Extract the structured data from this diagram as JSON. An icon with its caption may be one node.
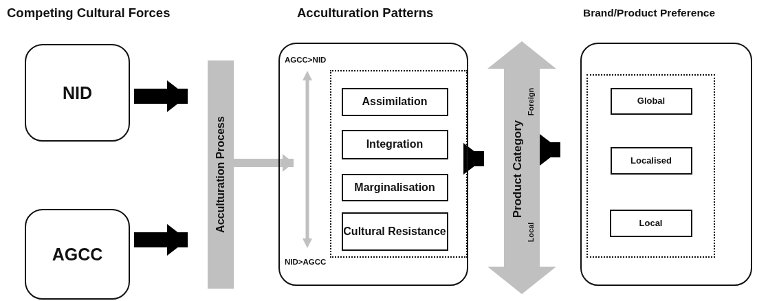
{
  "diagram": {
    "nodes": [
      {
        "text": [
          "NID"
        ]
      },
      {
        "text": [
          "AGCC"
        ]
      },
      {
        "text": [
          "Acculturation Process"
        ]
      },
      {
        "text": [],
        "shape": "box"
      },
      {
        "text": [],
        "shape": "box",
        "in": 3
      },
      {
        "text": [
          "Assimilation"
        ],
        "in": 4
      },
      {
        "text": [
          "Integration"
        ],
        "in": 4
      },
      {
        "text": [
          "Marginalisation"
        ],
        "in": 4
      },
      {
        "text": [
          "Cultural Resistance"
        ],
        "in": 4
      },
      {
        "text": [
          "Product Category",
          "Foreign",
          "Local"
        ]
      },
      {
        "text": [],
        "shape": "box"
      },
      {
        "text": [],
        "shape": "box",
        "in": 10
      },
      {
        "text": [
          "Global"
        ],
        "in": 11
      },
      {
        "text": [
          "Localised"
        ],
        "in": 11
      },
      {
        "text": [
          "Local"
        ],
        "in": 11
      }
    ],
    "edges": [
      {
        "from": 0,
        "to": 2,
        "arrow": "to"
      },
      {
        "from": 1,
        "to": 2,
        "arrow": "to"
      },
      {
        "from": 2,
        "to": 3,
        "arrow": "to",
        "color": "#c0c0c0"
      },
      {
        "from": 3,
        "to": 9,
        "arrow": "to"
      },
      {
        "from": 9,
        "to": 10,
        "arrow": "to"
      }
    ],
    "labels": [
      "Competing Cultural Forces",
      "Acculturation Patterns",
      "Brand/Product Preference",
      "AGCC>NID",
      "NID>AGCC"
    ]
  }
}
